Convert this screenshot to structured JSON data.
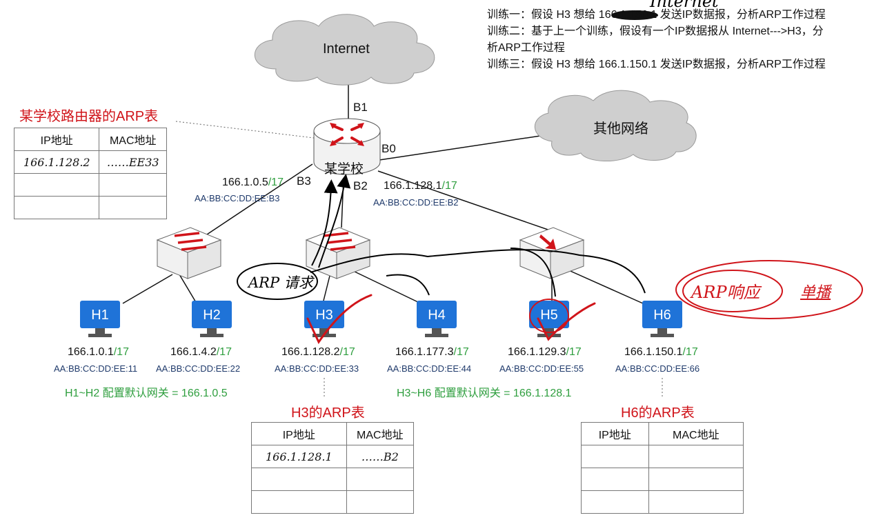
{
  "clouds": {
    "internet": "Internet",
    "other": "其他网络"
  },
  "router": {
    "name": "某学校",
    "ports": {
      "b0": "B0",
      "b1": "B1",
      "b2": "B2",
      "b3": "B3"
    },
    "b3_ip": "166.1.0.5",
    "b3_mask": "/17",
    "b3_mac": "AA:BB:CC:DD:EE:B3",
    "b2_ip": "166.1.128.1",
    "b2_mask": "/17",
    "b2_mac": "AA:BB:CC:DD:EE:B2"
  },
  "hosts": [
    {
      "name": "H1",
      "ip": "166.1.0.1",
      "mask": "/17",
      "mac": "AA:BB:CC:DD:EE:11"
    },
    {
      "name": "H2",
      "ip": "166.1.4.2",
      "mask": "/17",
      "mac": "AA:BB:CC:DD:EE:22"
    },
    {
      "name": "H3",
      "ip": "166.1.128.2",
      "mask": "/17",
      "mac": "AA:BB:CC:DD:EE:33"
    },
    {
      "name": "H4",
      "ip": "166.1.177.3",
      "mask": "/17",
      "mac": "AA:BB:CC:DD:EE:44"
    },
    {
      "name": "H5",
      "ip": "166.1.129.3",
      "mask": "/17",
      "mac": "AA:BB:CC:DD:EE:55"
    },
    {
      "name": "H6",
      "ip": "166.1.150.1",
      "mask": "/17",
      "mac": "AA:BB:CC:DD:EE:66"
    }
  ],
  "gateways": {
    "left": "H1~H2 配置默认网关 = 166.1.0.5",
    "right": "H3~H6 配置默认网关 = 166.1.128.1"
  },
  "tasks": {
    "t1": "训练一：假设 H3 想给 166.1.150.1 发送IP数据报，分析ARP工作过程",
    "t2": "训练二：基于上一个训练，假设有一个IP数据报从 Internet--->H3，分",
    "t2b": "析ARP工作过程",
    "t3": "训练三：假设 H3 想给 166.1.150.1 发送IP数据报，分析ARP工作过程",
    "hand_over": "Internet"
  },
  "tables": {
    "router": {
      "title": "某学校路由器的ARP表",
      "headers": [
        "IP地址",
        "MAC地址"
      ],
      "rows": [
        [
          "166.1.128.2",
          "……EE33"
        ],
        [
          "",
          ""
        ],
        [
          "",
          ""
        ]
      ]
    },
    "h3": {
      "title": "H3的ARP表",
      "headers": [
        "IP地址",
        "MAC地址"
      ],
      "rows": [
        [
          "166.1.128.1",
          "……B2"
        ],
        [
          "",
          ""
        ],
        [
          "",
          ""
        ]
      ]
    },
    "h6": {
      "title": "H6的ARP表",
      "headers": [
        "IP地址",
        "MAC地址"
      ],
      "rows": [
        [
          "",
          ""
        ],
        [
          "",
          ""
        ],
        [
          "",
          ""
        ]
      ]
    }
  },
  "annotations": {
    "arp_request": "ARP 请求",
    "arp_response": "ARP响应",
    "unicast": "单播"
  },
  "colors": {
    "host_blue": "#1f73d8",
    "red": "#d0141a",
    "green": "#2e9e3e",
    "mac_blue": "#1f3a6b"
  }
}
